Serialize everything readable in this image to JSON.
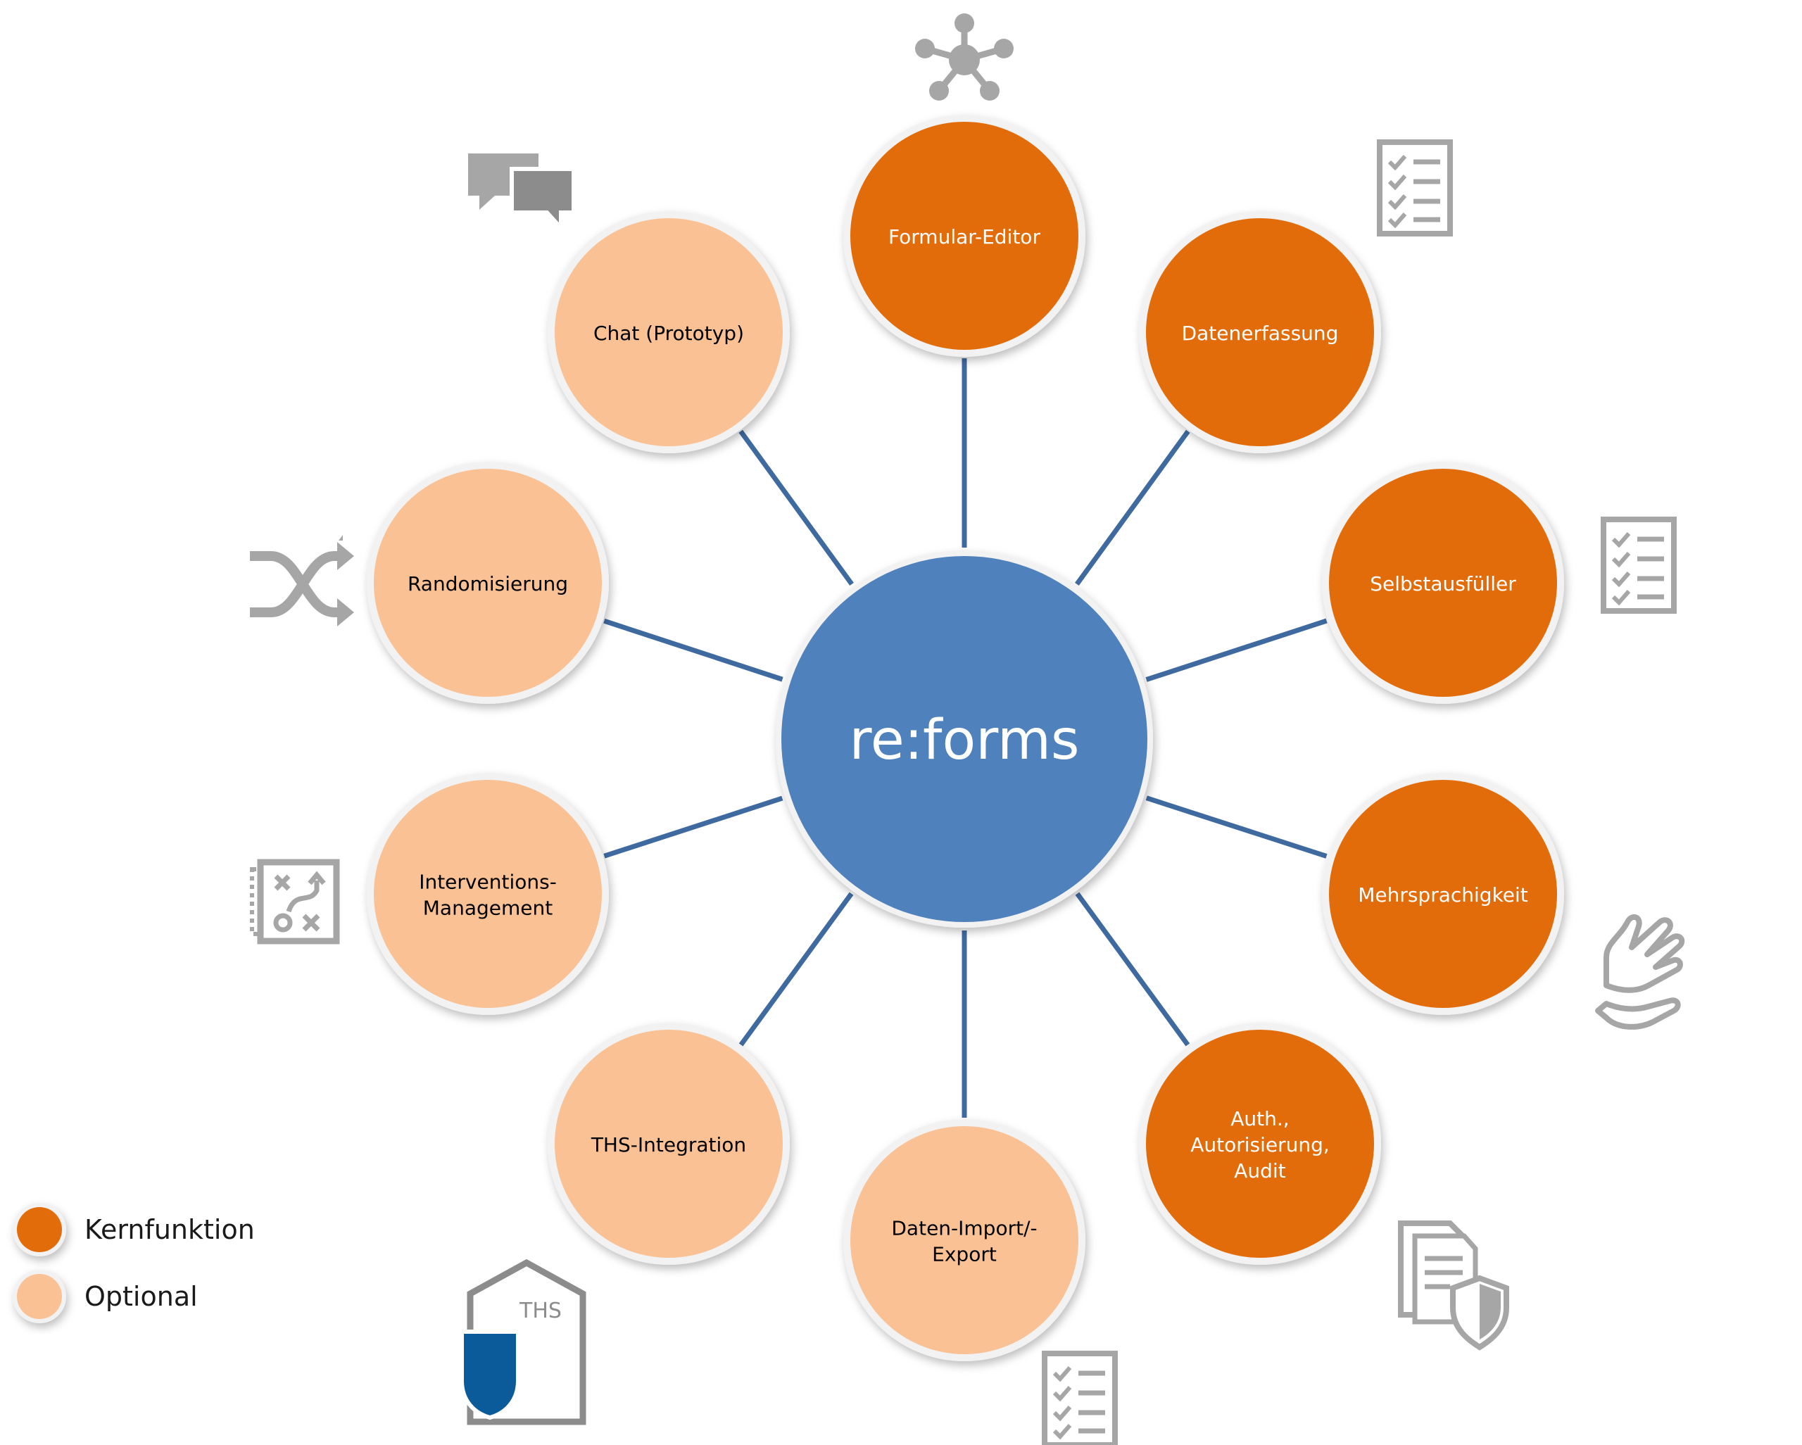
{
  "center": {
    "label": "re:forms"
  },
  "nodes": [
    {
      "id": "formular-editor",
      "lines": [
        "Formular-Editor"
      ],
      "kind": "core",
      "icon": "network-hub-icon"
    },
    {
      "id": "datenerfassung",
      "lines": [
        "Datenerfassung"
      ],
      "kind": "core",
      "icon": "checklist-icon"
    },
    {
      "id": "selbstausfueller",
      "lines": [
        "Selbstausfüller"
      ],
      "kind": "core",
      "icon": "checklist-icon"
    },
    {
      "id": "mehrsprachigkeit",
      "lines": [
        "Mehrsprachigkeit"
      ],
      "kind": "core",
      "icon": "sign-language-hands-icon"
    },
    {
      "id": "auth",
      "lines": [
        "Auth.,",
        "Autorisierung,",
        "Audit"
      ],
      "kind": "core",
      "icon": "document-shield-icon"
    },
    {
      "id": "daten-import-export",
      "lines": [
        "Daten-Import/-",
        "Export"
      ],
      "kind": "optional",
      "icon": "checklist-icon"
    },
    {
      "id": "ths-integration",
      "lines": [
        "THS-Integration"
      ],
      "kind": "optional",
      "icon": "ths-shield-icon"
    },
    {
      "id": "interventions-management",
      "lines": [
        "Interventions-",
        "Management"
      ],
      "kind": "optional",
      "icon": "strategy-board-icon"
    },
    {
      "id": "randomisierung",
      "lines": [
        "Randomisierung"
      ],
      "kind": "optional",
      "icon": "shuffle-icon"
    },
    {
      "id": "chat-prototyp",
      "lines": [
        "Chat (Prototyp)"
      ],
      "kind": "optional",
      "icon": "chat-bubbles-icon"
    }
  ],
  "ths_icon_text": "THS",
  "legend": {
    "core_label": "Kernfunktion",
    "optional_label": "Optional"
  },
  "colors": {
    "center_fill": "#4f81bd",
    "core_fill": "#e36c0a",
    "optional_fill": "#f9c194",
    "node_ring": "#f2f2f2",
    "connector": "#3f6aa0",
    "icon_gray": "#a6a6a6",
    "ths_blue": "#0b5a9a",
    "core_text": "#ffffff",
    "optional_text": "#000000"
  }
}
